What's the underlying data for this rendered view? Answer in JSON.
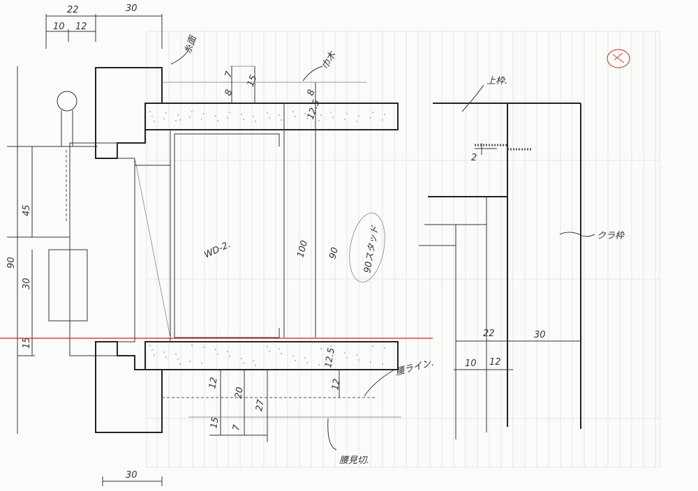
{
  "drawing": {
    "top_dims": {
      "overall_left": "22",
      "overall_right": "30",
      "sub_a": "10",
      "sub_b": "12"
    },
    "chamfer_note": "糸面",
    "baseboard_note": "巾木",
    "top_small_dims": {
      "a": "7",
      "b": "8",
      "c": "15",
      "d": "8",
      "board": "12.5"
    },
    "left_dims": {
      "a": "45",
      "b": "90",
      "c": "30",
      "d": "15"
    },
    "door_label": "WD-2.",
    "height_dims": {
      "a": "100",
      "b": "90"
    },
    "stud_note": "90スタッド",
    "head_frame_note": "上枠.",
    "gap_dim": "2",
    "jamb_note": "クラ枠",
    "right_dims": {
      "overall_left": "22",
      "overall_right": "30",
      "sub_a": "10",
      "sub_b": "12"
    },
    "waist_line_note": "腰ライン.",
    "bottom_dims": {
      "a": "12",
      "b": "20",
      "c": "27",
      "d": "12.5",
      "e": "12",
      "f": "7",
      "g": "15"
    },
    "waist_trim_note": "腰見切.",
    "bottom_width_dim": "30",
    "colors": {
      "pencil": "#333333",
      "red_line": "#cc2222",
      "stamp": "#d04a3a",
      "grid": "#e4e4e4"
    }
  }
}
